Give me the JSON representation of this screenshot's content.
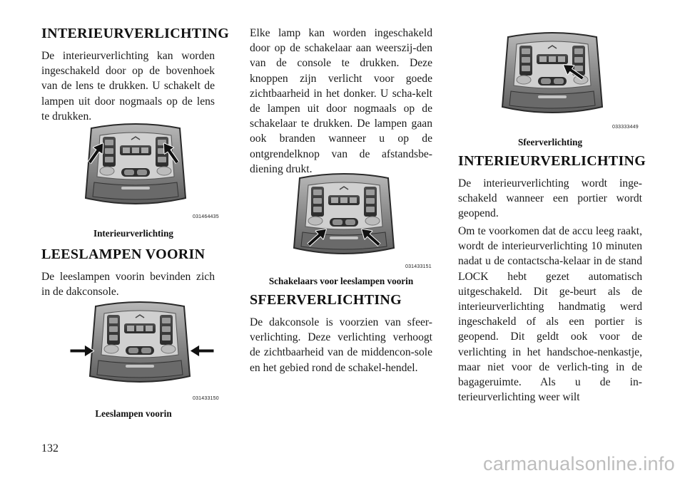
{
  "page_number": "132",
  "watermark": "carmanualsonline.info",
  "sections": {
    "interior_light_1": {
      "heading": "INTERIEURVERLICHTING",
      "body": "De interieurverlichting kan worden ingeschakeld door op de bovenhoek van de lens te drukken. U schakelt de lampen uit door nogmaals op de lens te drukken."
    },
    "reading_lamps": {
      "heading": "LEESLAMPEN VOORIN",
      "body": "De leeslampen voorin bevinden zich in de dakconsole."
    },
    "lamp_switch": {
      "body": "Elke lamp kan worden ingeschakeld door op de schakelaar aan weerszij-den van de console te drukken. Deze knoppen zijn verlicht voor goede zichtbaarheid in het donker. U scha-kelt de lampen uit door nogmaals op de schakelaar te drukken. De lampen gaan ook branden wanneer u op de ontgrendelknop van de afstandsbe-diening drukt."
    },
    "ambient": {
      "heading": "SFEERVERLICHTING",
      "body": "De dakconsole is voorzien van sfeer-verlichting. Deze verlichting verhoogt de zichtbaarheid van de middencon-sole en het gebied rond de schakel-hendel."
    },
    "interior_light_2": {
      "heading": "INTERIEURVERLICHTING",
      "body1": "De interieurverlichting wordt inge-schakeld wanneer een portier wordt geopend.",
      "body2": "Om te voorkomen dat de accu leeg raakt, wordt de interieurverlichting 10 minuten nadat u de contactscha-kelaar in de stand LOCK hebt gezet automatisch uitgeschakeld. Dit ge-beurt als de interieurverlichting handmatig werd ingeschakeld of als een portier is geopend. Dit geldt ook voor de verlichting in het handschoe-nenkastje, maar niet voor de verlich-ting in de bagageruimte. Als u de in-terieurverlichting weer wilt"
    }
  },
  "figures": {
    "interior": {
      "code": "031464435",
      "caption": "Interieurverlichting"
    },
    "reading": {
      "code": "031433150",
      "caption": "Leeslampen voorin"
    },
    "switches": {
      "code": "031433151",
      "caption": "Schakelaars voor leeslampen voorin"
    },
    "ambient": {
      "code": "033333449",
      "caption": "Sfeerverlichting"
    }
  },
  "colors": {
    "console_body": "#7a7a7a",
    "console_dark": "#3c3c3c",
    "arrow": "#111111",
    "watermark": "#bdbdbd"
  }
}
